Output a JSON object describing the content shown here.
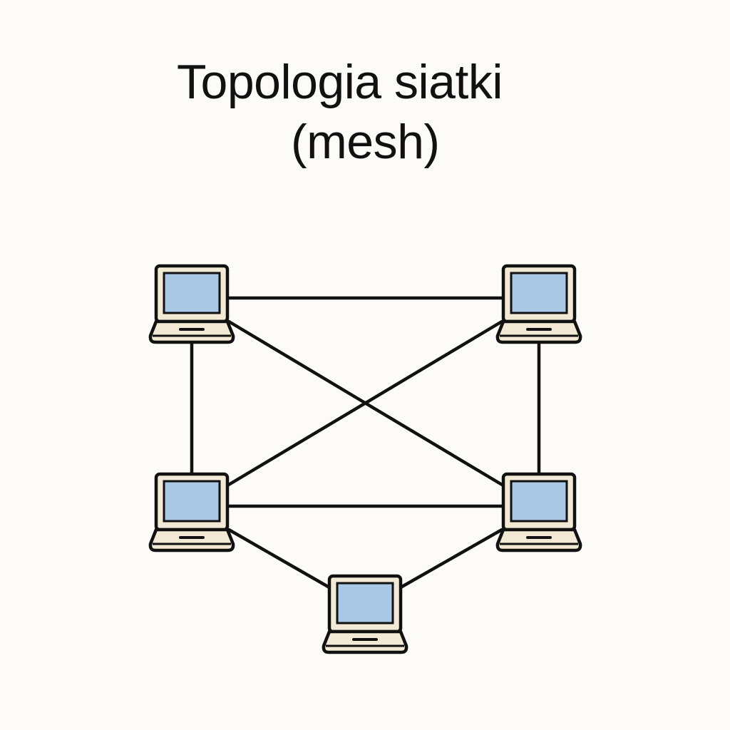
{
  "title": {
    "line1": "Topologia siatki",
    "line2": "(mesh)"
  },
  "colors": {
    "background": "#fcfbf8",
    "outline": "#111111",
    "laptop_body": "#f3ead6",
    "screen": "#a9c8e6"
  },
  "diagram": {
    "type": "mesh-network",
    "node_icon": "laptop-icon",
    "nodes": [
      {
        "id": "top-left"
      },
      {
        "id": "top-right"
      },
      {
        "id": "middle-left"
      },
      {
        "id": "middle-right"
      },
      {
        "id": "bottom-center"
      }
    ],
    "links": [
      [
        "top-left",
        "top-right"
      ],
      [
        "top-left",
        "middle-left"
      ],
      [
        "top-right",
        "middle-right"
      ],
      [
        "top-left",
        "middle-right"
      ],
      [
        "top-right",
        "middle-left"
      ],
      [
        "middle-left",
        "middle-right"
      ],
      [
        "middle-left",
        "bottom-center"
      ],
      [
        "middle-right",
        "bottom-center"
      ]
    ]
  }
}
